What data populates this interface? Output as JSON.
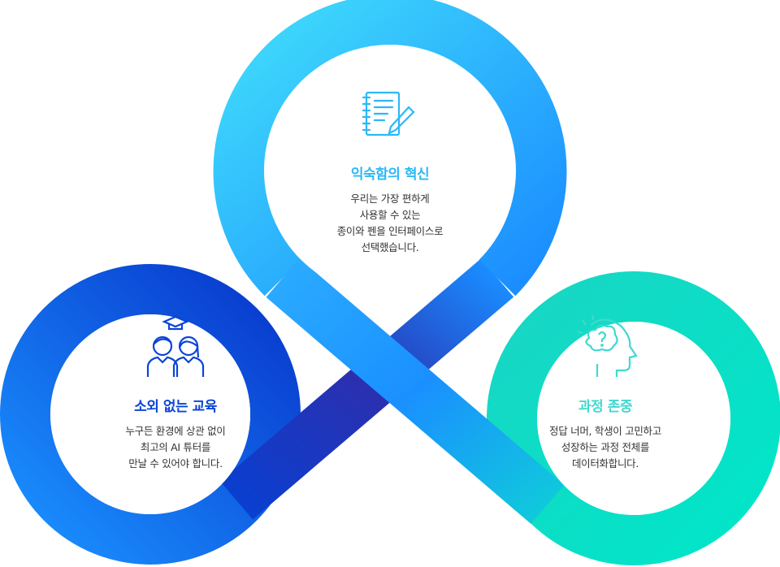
{
  "colors": {
    "top": "#2bb8f8",
    "left": "#0a45d6",
    "right": "#10d9c8",
    "title_top": "#2bb8f8",
    "title_left": "#0a45d6",
    "title_right": "#3fd9d0"
  },
  "sections": [
    {
      "id": "top",
      "icon": "notepad-pencil-icon",
      "title": "익숙함의 혁신",
      "lines": [
        "우리는 가장 편하게",
        "사용할 수 있는",
        "종이와 펜을 인터페이스로",
        "선택했습니다."
      ]
    },
    {
      "id": "left",
      "icon": "students-graduation-icon",
      "title": "소외 없는 교육",
      "lines": [
        "누구든 환경에 상관 없이",
        "최고의 AI 튜터를",
        "만날 수 있어야 합니다."
      ]
    },
    {
      "id": "right",
      "icon": "head-question-icon",
      "title": "과정 존중",
      "lines": [
        "정답 너머, 학생이 고민하고",
        "성장하는 과정 전체를",
        "데이터화합니다."
      ]
    }
  ]
}
